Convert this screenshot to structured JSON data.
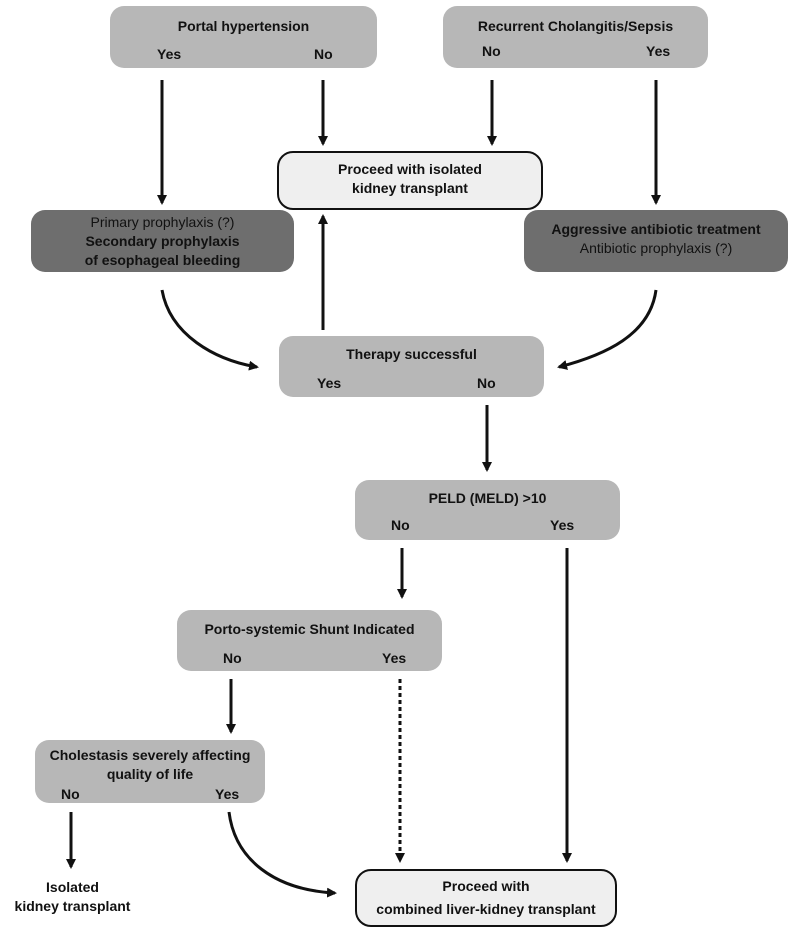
{
  "portal_hypertension": {
    "title": "Portal hypertension",
    "yes": "Yes",
    "no": "No"
  },
  "cholangitis": {
    "title": "Recurrent Cholangitis/Sepsis",
    "no": "No",
    "yes": "Yes"
  },
  "isolated_kidney": {
    "line1": "Proceed with isolated",
    "line2": "kidney transplant"
  },
  "prophylaxis": {
    "line1": "Primary prophylaxis (?)",
    "line2": "Secondary prophylaxis",
    "line3": "of esophageal bleeding"
  },
  "antibiotic": {
    "line1": "Aggressive antibiotic treatment",
    "line2": "Antibiotic prophylaxis (?)"
  },
  "therapy": {
    "title": "Therapy successful",
    "yes": "Yes",
    "no": "No"
  },
  "peld": {
    "title": "PELD (MELD) >10",
    "no": "No",
    "yes": "Yes"
  },
  "shunt": {
    "title": "Porto-systemic Shunt Indicated",
    "no": "No",
    "yes": "Yes"
  },
  "cholestasis": {
    "line1": "Cholestasis severely affecting",
    "line2": "quality of life",
    "no": "No",
    "yes": "Yes"
  },
  "isolated_final": {
    "line1": "Isolated",
    "line2": "kidney transplant"
  },
  "combined": {
    "line1": "Proceed with",
    "line2": "combined liver-kidney transplant"
  }
}
